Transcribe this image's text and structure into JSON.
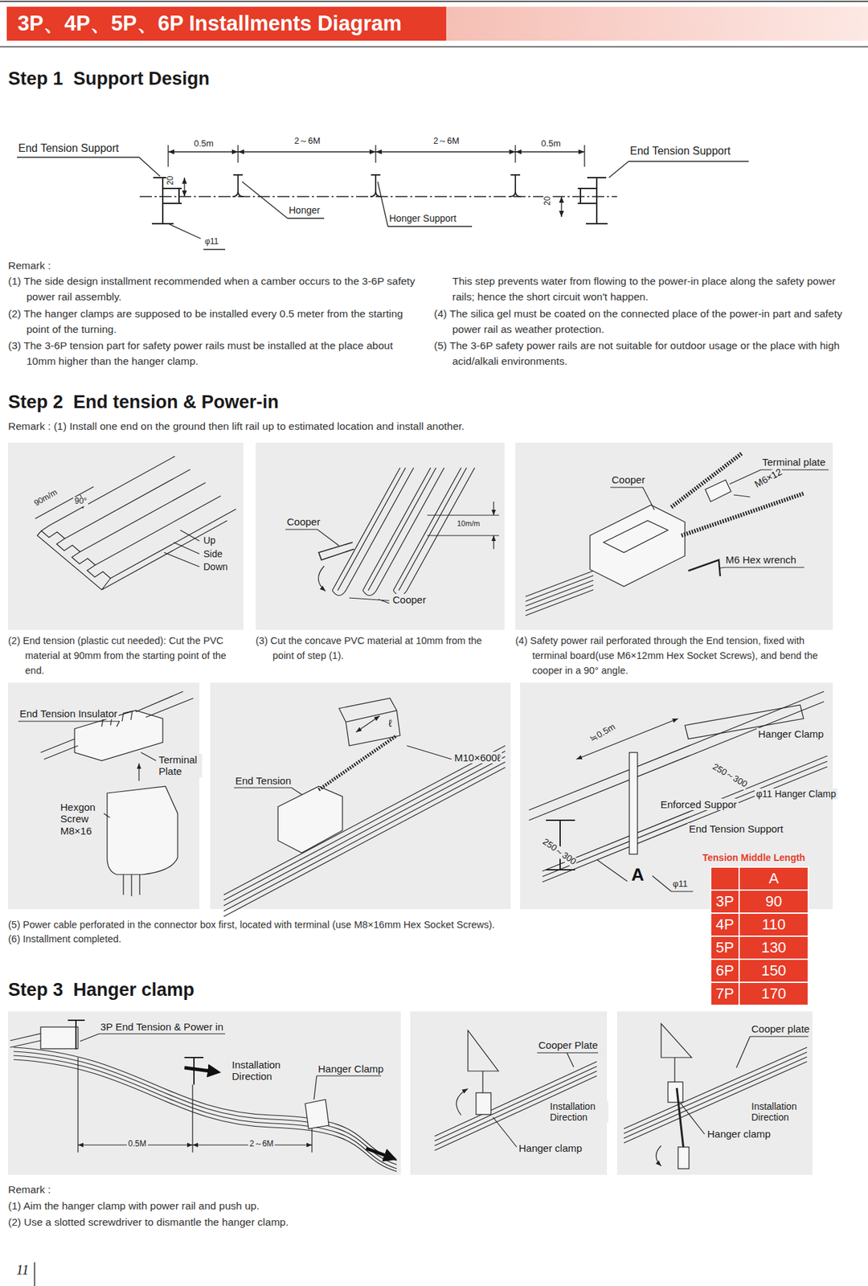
{
  "diagram": {
    "title": "3P、4P、5P、6P Installments Diagram",
    "labels": [
      "Step 1  Support Design",
      "End Tension Support",
      "0.5m",
      "2～6M",
      "2～6M",
      "0.5m",
      "End Tension Support",
      "20",
      "20",
      "Honger",
      "Honger Support",
      "φ11",
      "Remark :",
      "(1) The side design installment recommended when a camber occurs to the 3-6P safety power rail assembly.",
      "(2) The hanger clamps are supposed to be installed every 0.5 meter from the starting point of the turning.",
      "(3) The 3-6P tension part for safety power rails must be installed at the place about 10mm higher than the hanger clamp.",
      "This step prevents water from flowing to the power-in place along the safety power rails; hence the short circuit won't happen.",
      "(4) The silica gel must be coated on the connected place of the power-in part and safety power rail as weather protection.",
      "(5) The 3-6P safety power rails are not suitable for outdoor usage or the place with high acid/alkali environments.",
      "Step 2  End tension & Power-in",
      "Remark : (1) Install one end on the ground then lift rail up to estimated location and install another.",
      "90m/m",
      "90°",
      "Up",
      "Side",
      "Down",
      "(2) End tension (plastic cut needed): Cut the PVC material at 90mm from the starting point of the end.",
      "Cooper",
      "10m/m",
      "Cooper",
      "(3) Cut the concave PVC material at 10mm from the point of step (1).",
      "Cooper",
      "Terminal plate",
      "M6×12",
      "M6 Hex wrench",
      "(4) Safety power rail perforated through the End tension, fixed with terminal board(use M6×12mm Hex Socket Screws), and bend the cooper in a 90° angle.",
      "End Tension Insulator",
      "Terminal Plate",
      "Hexgon Screw M8×16",
      "End Tension",
      "ℓ",
      "M10×600ℓ",
      "≒0.5m",
      "Hanger Clamp",
      "250～300",
      "φ11 Hanger Clamp",
      "Enforced Suppor",
      "End Tension Support",
      "250～300",
      "A",
      "φ11",
      "Tension Middle Length",
      "A",
      "3P",
      "90",
      "4P",
      "110",
      "5P",
      "130",
      "6P",
      "150",
      "7P",
      "170",
      "(5) Power cable perforated in the connector box first, located with terminal (use M8×16mm Hex Socket Screws).",
      "(6) Installment completed.",
      "Step 3  Hanger clamp",
      "3P End Tension & Power in",
      "Installation Direction",
      "Hanger Clamp",
      "0.5M",
      "2～6M",
      "Cooper Plate",
      "Installation Direction",
      "Hanger clamp",
      "Cooper plate",
      "Installation Direction",
      "Hanger clamp",
      "Remark :",
      "(1) Aim the hanger clamp with power rail and push up.",
      "(2) Use a slotted screwdriver to dismantle the hanger clamp.",
      "11"
    ]
  }
}
